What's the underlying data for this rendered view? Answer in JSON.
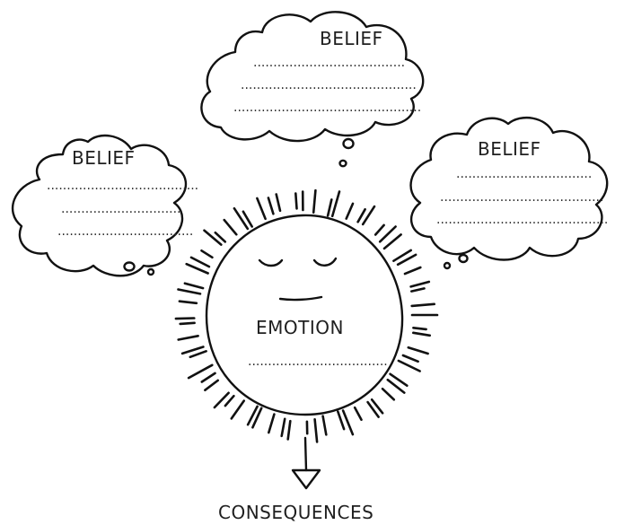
{
  "beliefs": {
    "top": {
      "label": "BELIEF",
      "lines": [
        "......................................",
        "............................................",
        "..............................................."
      ]
    },
    "left": {
      "label": "BELIEF",
      "lines": [
        "......................................",
        "..............................",
        ".................................."
      ]
    },
    "right": {
      "label": "BELIEF",
      "lines": [
        "..................................",
        ".........................................",
        "..........................................."
      ]
    }
  },
  "emotion": {
    "label": "EMOTION",
    "line": "..................................."
  },
  "consequences": {
    "label": "CONSEQUENCES"
  }
}
